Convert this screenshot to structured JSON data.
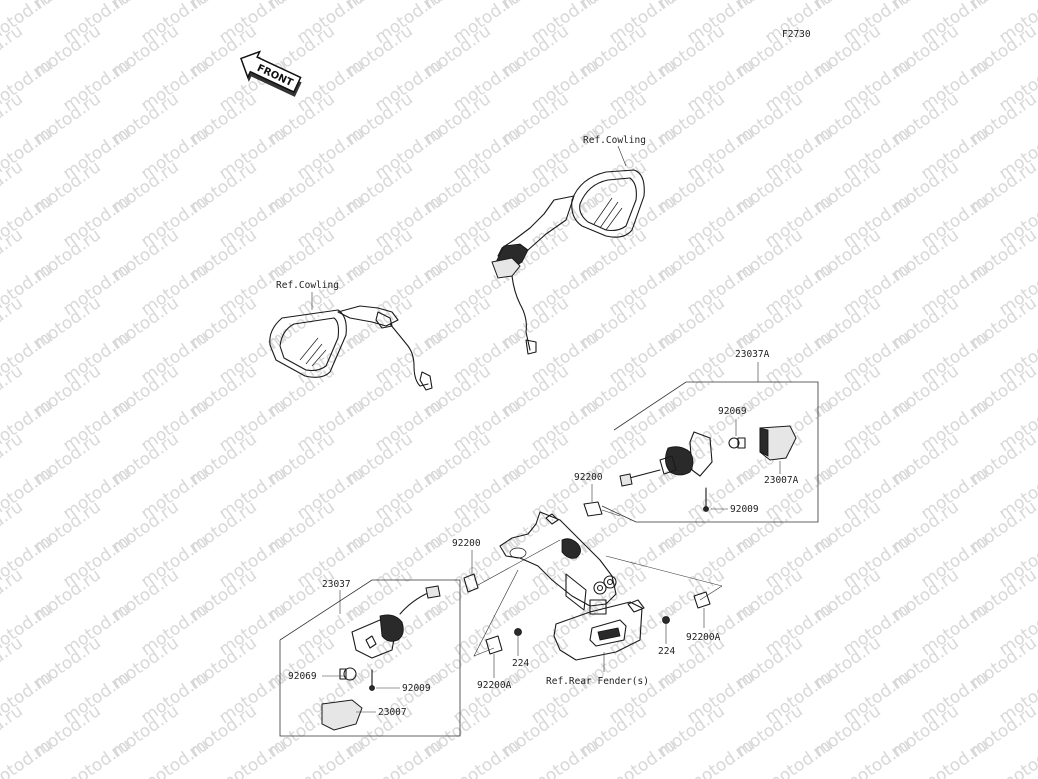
{
  "diagram_code": "F2730",
  "watermark": "motod.ru",
  "front_arrow": {
    "text": "FRONT"
  },
  "labels": {
    "ref_cowling_left": "Ref.Cowling",
    "ref_cowling_right": "Ref.Cowling",
    "p23037A": "23037A",
    "p92069_right": "92069",
    "p23007A": "23007A",
    "p92200_right": "92200",
    "p92009_right": "92009",
    "p92200_left": "92200",
    "p23037": "23037",
    "p92069_left": "92069",
    "p92009_left": "92009",
    "p23007": "23007",
    "p224_left": "224",
    "p224_right": "224",
    "p92200A_left": "92200A",
    "p92200A_right": "92200A",
    "ref_rear_fender": "Ref.Rear Fender(s)"
  }
}
